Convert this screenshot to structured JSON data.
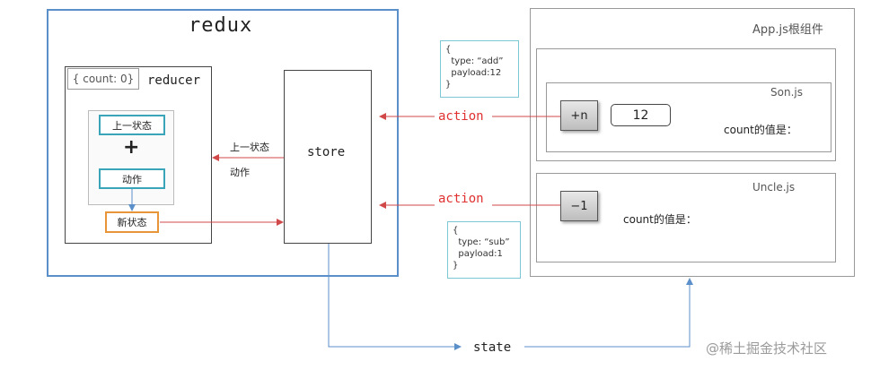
{
  "redux": {
    "title": "redux",
    "reducer_label": "reducer",
    "initial_state": "{ count: 0}",
    "prev_state": "上一状态",
    "plus": "+",
    "action": "动作",
    "new_state": "新状态",
    "store_label": "store",
    "arrow_prev_state": "上一状态",
    "arrow_action": "动作"
  },
  "app": {
    "title": "App.js根组件",
    "son": {
      "title": "Son.js",
      "button_label": "+n",
      "input_value": "12",
      "count_label": "count的值是："
    },
    "uncle": {
      "title": "Uncle.js",
      "button_label": "−1",
      "count_label": "count的值是："
    }
  },
  "payloads": {
    "add": "{\n  type: “add”\n  payload:12\n}",
    "sub": "{\n  type: “sub”\n  payload:1\n}"
  },
  "flow": {
    "action_1": "action",
    "action_2": "action",
    "state": "state"
  },
  "watermark": "@稀土掘金技术社区",
  "colors": {
    "redux_frame": "#5b8fc9",
    "teal": "#3aa4b8",
    "orange": "#e8953a",
    "red_arrow": "#d04848",
    "blue_arrow": "#5b8fc9"
  }
}
